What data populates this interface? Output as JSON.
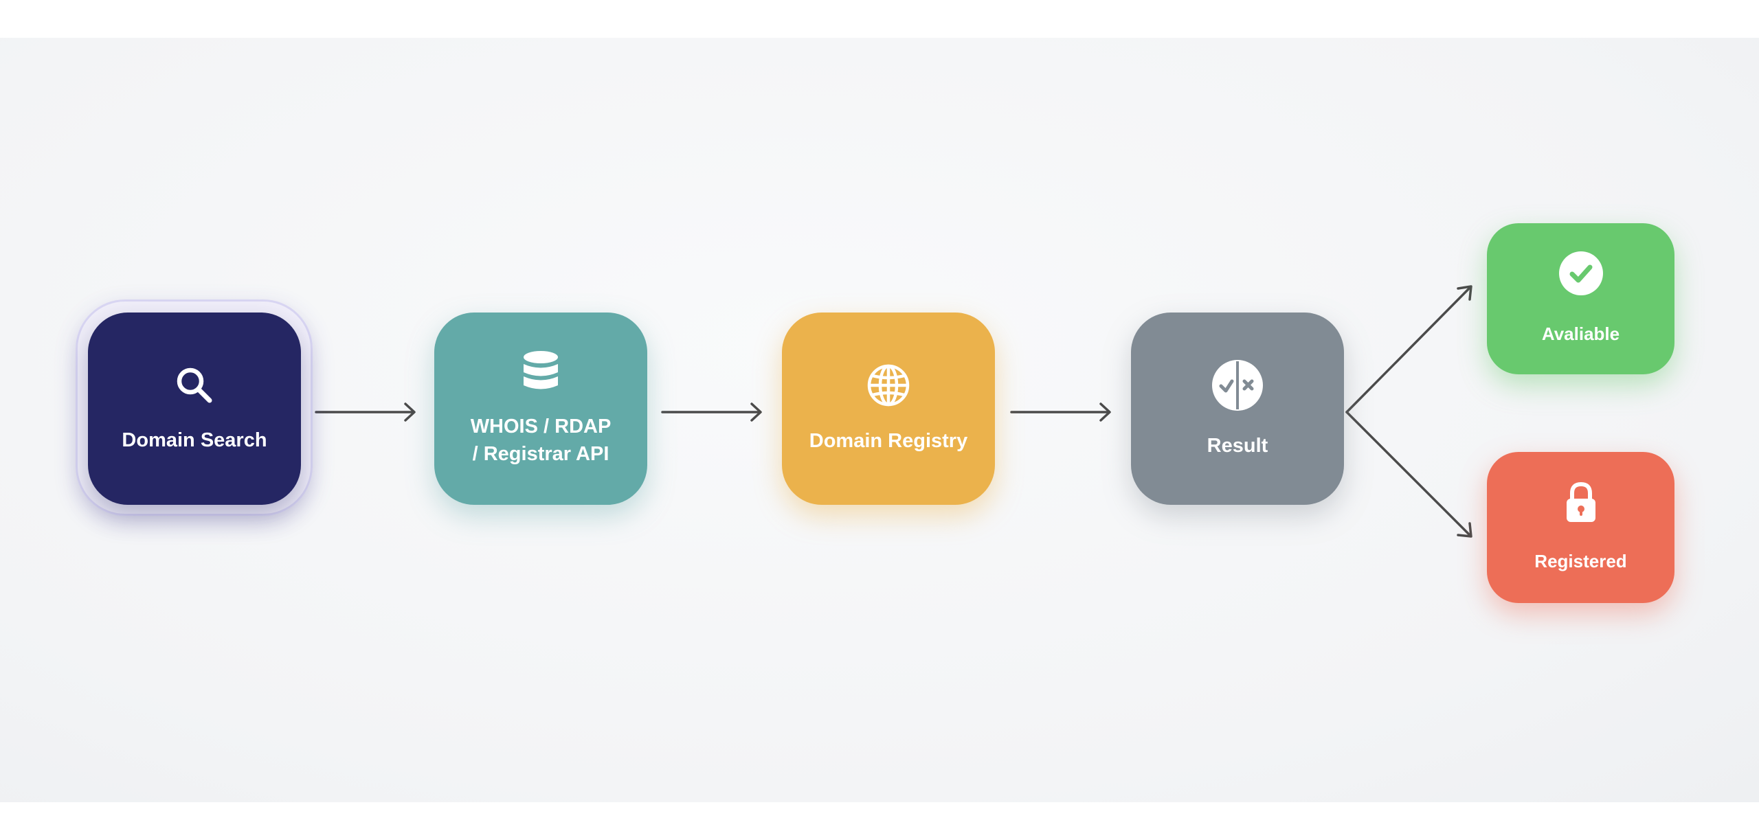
{
  "nodes": {
    "search": {
      "label": "Domain Search",
      "icon": "search-icon",
      "color": "#252663"
    },
    "whois": {
      "label": "WHOIS / RDAP\n/ Registrar API",
      "icon": "database-icon",
      "color": "#63aaa8"
    },
    "registry": {
      "label": "Domain Registry",
      "icon": "globe-icon",
      "color": "#ebb24c"
    },
    "result": {
      "label": "Result",
      "icon": "check-cross-icon",
      "color": "#818b94"
    },
    "available": {
      "label": "Avaliable",
      "icon": "check-circle-icon",
      "color": "#68c96e"
    },
    "registered": {
      "label": "Registered",
      "icon": "lock-icon",
      "color": "#ed6e57"
    }
  },
  "edges": [
    {
      "from": "Domain Search",
      "to": "WHOIS / RDAP / Registrar API"
    },
    {
      "from": "WHOIS / RDAP / Registrar API",
      "to": "Domain Registry"
    },
    {
      "from": "Domain Registry",
      "to": "Result"
    },
    {
      "from": "Result",
      "to": "Avaliable"
    },
    {
      "from": "Result",
      "to": "Registered"
    }
  ],
  "colors": {
    "connector": "#4b4b4b",
    "background": "#f4f5f7"
  }
}
